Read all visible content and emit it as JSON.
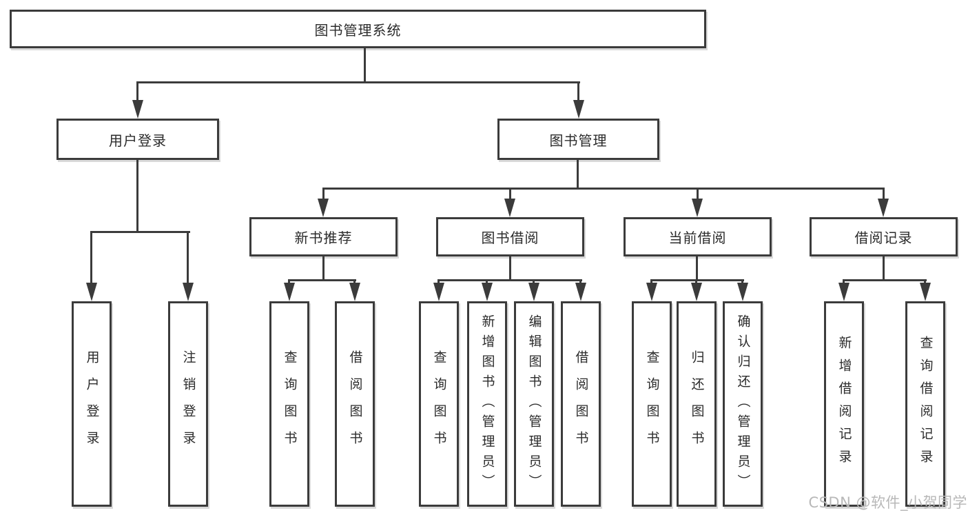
{
  "diagram": {
    "watermark": "CSDN @软件_小贺同学",
    "colors": {
      "line": "#3b3b3b",
      "text": "#2b2b2b",
      "box_fill": "#ffffff",
      "watermark": "#b8b8b8",
      "background": "#ffffff"
    },
    "root": {
      "label": "图书管理系统"
    },
    "branches": [
      {
        "label": "用户登录",
        "children": [
          {
            "label": "用户登录"
          },
          {
            "label": "注销登录"
          }
        ]
      },
      {
        "label": "图书管理",
        "groups": [
          {
            "label": "新书推荐",
            "children": [
              {
                "label": "查询图书"
              },
              {
                "label": "借阅图书"
              }
            ]
          },
          {
            "label": "图书借阅",
            "children": [
              {
                "label": "查询图书"
              },
              {
                "label": "新增图书（管理员）"
              },
              {
                "label": "编辑图书（管理员）"
              },
              {
                "label": "借阅图书"
              }
            ]
          },
          {
            "label": "当前借阅",
            "children": [
              {
                "label": "查询图书"
              },
              {
                "label": "归还图书"
              },
              {
                "label": "确认归还（管理员）"
              }
            ]
          },
          {
            "label": "借阅记录",
            "children": [
              {
                "label": "新增借阅记录"
              },
              {
                "label": "查询借阅记录"
              }
            ]
          }
        ]
      }
    ]
  }
}
